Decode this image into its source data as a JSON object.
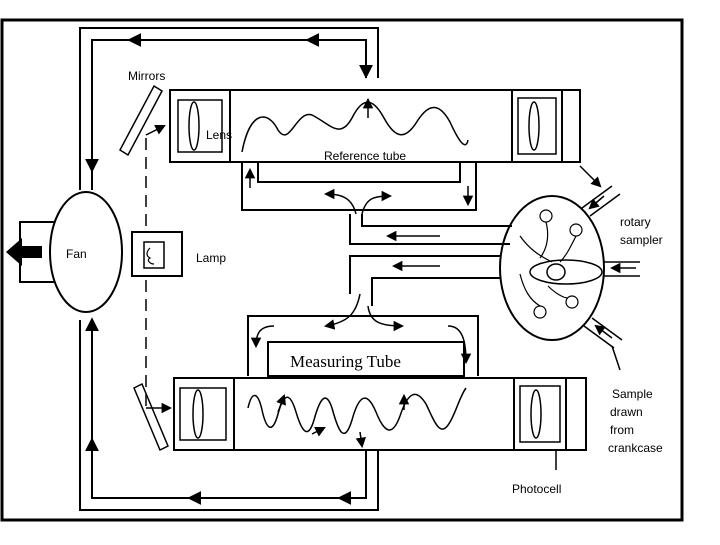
{
  "labels": {
    "mirrors": "Mirrors",
    "lens": "Lens",
    "reference_tube": "Reference tube",
    "fan": "Fan",
    "lamp": "Lamp",
    "rotary_sampler": "rotary\nsampler",
    "measuring_tube": "Measuring Tube",
    "sample_drawn": "Sample\ndrawn\nfrom\ncrankcase",
    "photocell": "Photocell"
  },
  "colors": {
    "ink": "#000000",
    "background": "#ffffff"
  }
}
